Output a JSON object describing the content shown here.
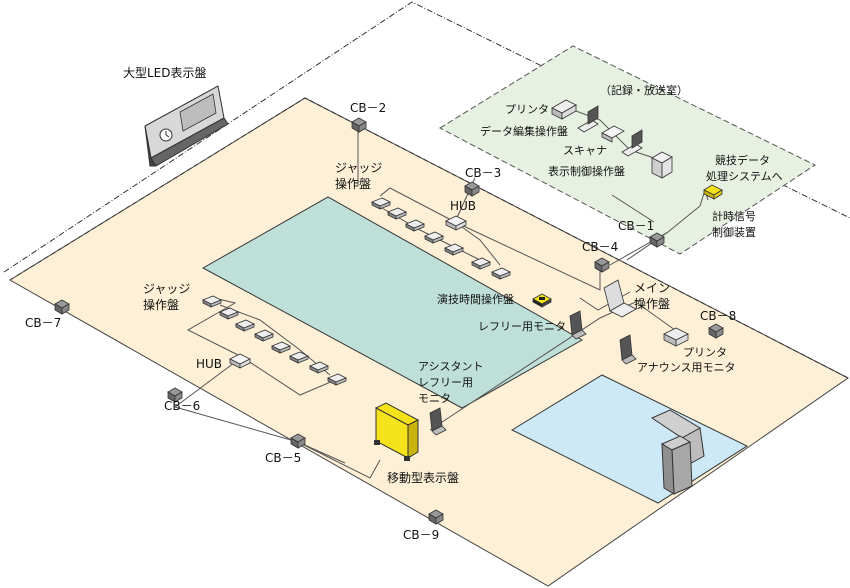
{
  "colors": {
    "floor": "#fdf0d6",
    "pool": "#bfe0d8",
    "dive_pool": "#cde8f7",
    "booth": "#e6f1e2",
    "yellow": "#f4e21a",
    "device": "#ececec"
  },
  "labels": {
    "led_board": "大型LED表示盤",
    "booth": "（記録・放送室）",
    "printer_booth": "プリンタ",
    "data_editor": "データ編集操作盤",
    "scanner": "スキャナ",
    "display_control": "表示制御操作盤",
    "competition_data_1": "競技データ",
    "competition_data_2": "処理システムへ",
    "timing_1": "計時信号",
    "timing_2": "制御装置",
    "judge_top_1": "ジャッジ",
    "judge_top_2": "操作盤",
    "judge_left_1": "ジャッジ",
    "judge_left_2": "操作盤",
    "hub_top": "HUB",
    "hub_left": "HUB",
    "perf_time": "演技時間操作盤",
    "referee_monitor": "レフリー用モニタ",
    "main_panel_1": "メイン",
    "main_panel_2": "操作盤",
    "printer_floor": "プリンタ",
    "announce_monitor": "アナウンス用モニタ",
    "assistant_1": "アシスタント",
    "assistant_2": "レフリー用",
    "assistant_3": "モニタ",
    "mobile_display": "移動型表示盤"
  },
  "cb_labels": {
    "cb1": "CB－1",
    "cb2": "CB－2",
    "cb3": "CB－3",
    "cb4": "CB－4",
    "cb5": "CB－5",
    "cb6": "CB－6",
    "cb7": "CB－7",
    "cb8": "CB－8",
    "cb9": "CB－9"
  },
  "icons": {
    "cb_box": "connection-box-icon",
    "judge_panel": "keypad-icon",
    "hub": "hub-icon",
    "monitor": "monitor-icon",
    "printer": "printer-icon",
    "pc": "computer-icon",
    "scanner": "scanner-icon",
    "diving_platform": "diving-tower-icon"
  }
}
